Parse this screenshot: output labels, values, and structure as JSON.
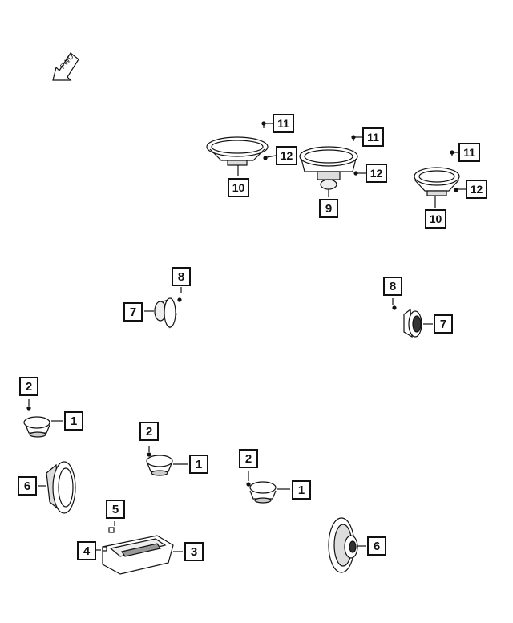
{
  "diagram": {
    "fwd_label": "FWD",
    "callouts": [
      {
        "id": "c11a",
        "text": "11"
      },
      {
        "id": "c12a",
        "text": "12"
      },
      {
        "id": "c10a",
        "text": "10"
      },
      {
        "id": "c11b",
        "text": "11"
      },
      {
        "id": "c12b",
        "text": "12"
      },
      {
        "id": "c9",
        "text": "9"
      },
      {
        "id": "c11c",
        "text": "11"
      },
      {
        "id": "c12c",
        "text": "12"
      },
      {
        "id": "c10b",
        "text": "10"
      },
      {
        "id": "c8a",
        "text": "8"
      },
      {
        "id": "c7a",
        "text": "7"
      },
      {
        "id": "c8b",
        "text": "8"
      },
      {
        "id": "c7b",
        "text": "7"
      },
      {
        "id": "c2a",
        "text": "2"
      },
      {
        "id": "c1a",
        "text": "1"
      },
      {
        "id": "c2b",
        "text": "2"
      },
      {
        "id": "c1b",
        "text": "1"
      },
      {
        "id": "c2c",
        "text": "2"
      },
      {
        "id": "c1c",
        "text": "1"
      },
      {
        "id": "c6a",
        "text": "6"
      },
      {
        "id": "c5",
        "text": "5"
      },
      {
        "id": "c4",
        "text": "4"
      },
      {
        "id": "c3",
        "text": "3"
      },
      {
        "id": "c6b",
        "text": "6"
      }
    ]
  }
}
